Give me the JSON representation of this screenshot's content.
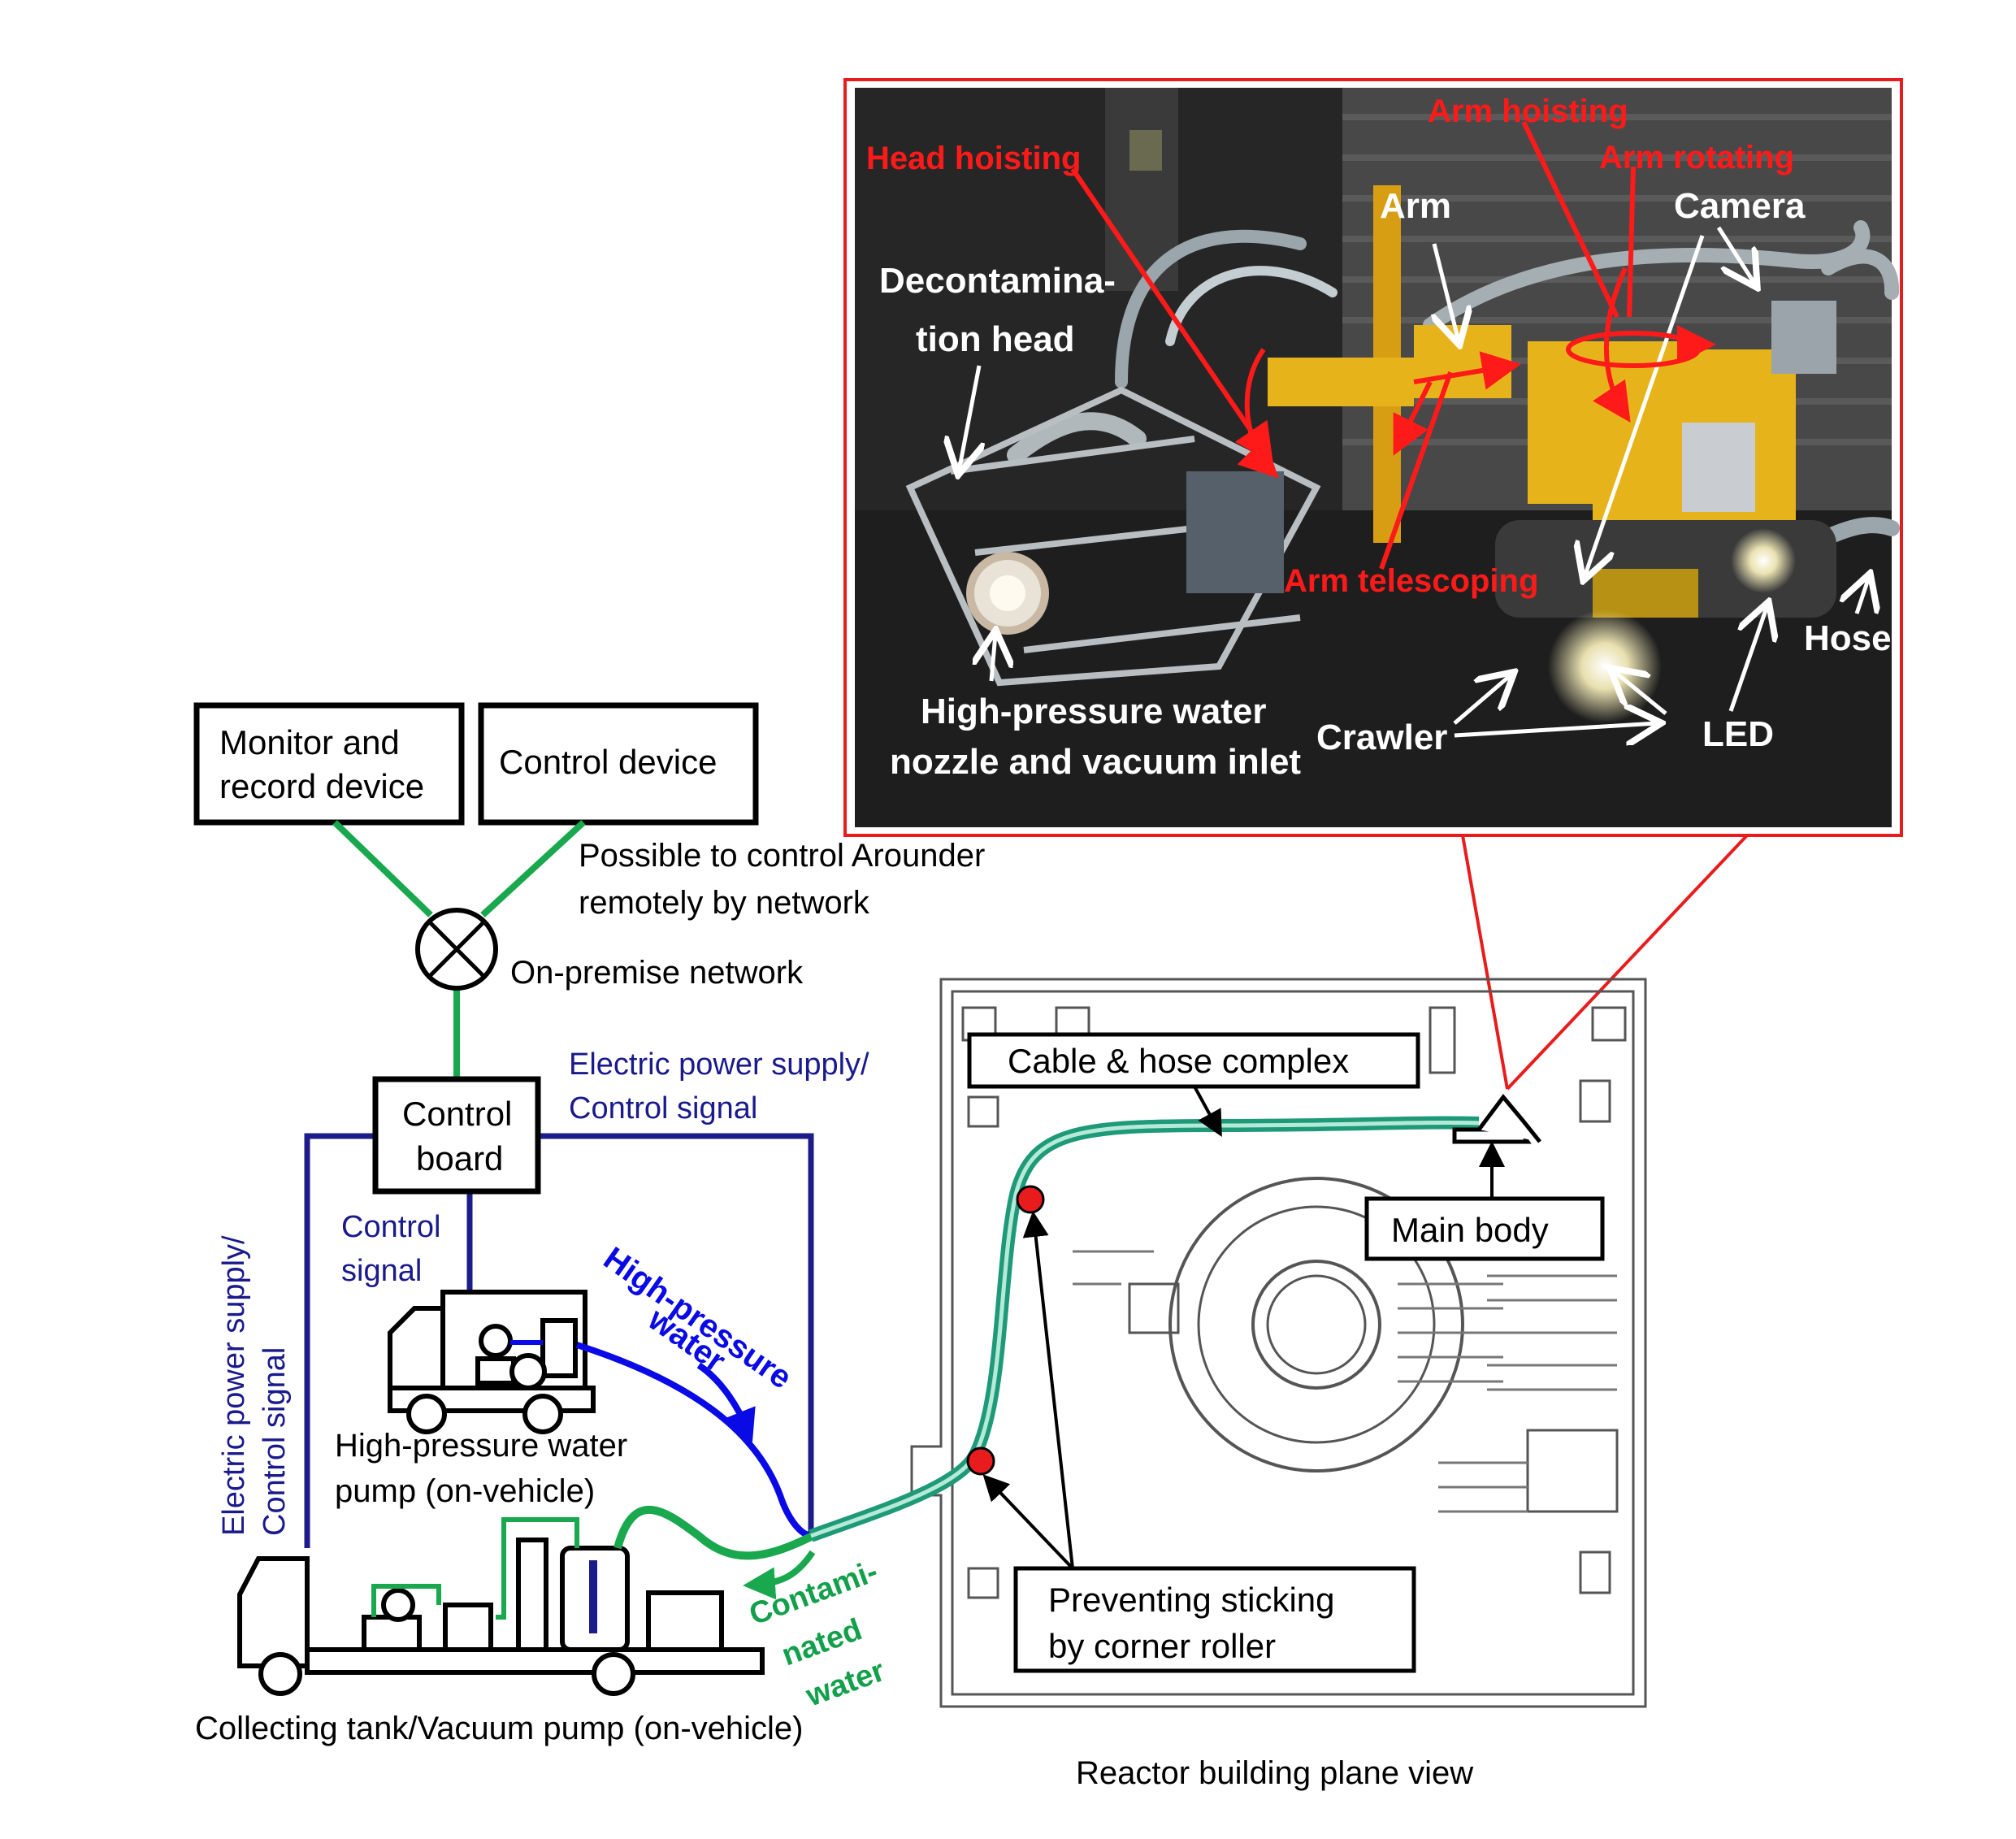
{
  "system_labels": {
    "monitor_device": [
      "Monitor and",
      "record device"
    ],
    "control_device": "Control device",
    "network_note": [
      "Possible to control Arounder",
      "remotely by network"
    ],
    "onpremise_network": "On-premise network",
    "control_board": [
      "Control",
      "board"
    ],
    "power_top": [
      "Electric power supply/",
      "Control signal"
    ],
    "power_left": [
      "Electric power supply/",
      "Control signal"
    ],
    "control_signal": [
      "Control",
      "signal"
    ],
    "hp_water": [
      "High-pressure",
      "water"
    ],
    "hp_pump": [
      "High-pressure water",
      "pump (on-vehicle)"
    ],
    "contaminated": [
      "Contami-",
      "nated",
      "water"
    ],
    "collecting": "Collecting tank/Vacuum pump (on-vehicle)"
  },
  "plan_labels": {
    "cable_hose": "Cable & hose complex",
    "main_body": "Main body",
    "corner_roller": [
      "Preventing sticking",
      "by corner roller"
    ],
    "caption": "Reactor building plane view"
  },
  "photo_labels": {
    "head_hoisting": "Head hoisting",
    "arm_hoisting": "Arm hoisting",
    "arm_rotating": "Arm rotating",
    "arm": "Arm",
    "camera": "Camera",
    "decon_head": [
      "Decontamina-",
      "tion head"
    ],
    "arm_telescoping": "Arm telescoping",
    "hose": "Hose",
    "hp_nozzle": [
      "High-pressure water",
      "nozzle and vacuum inlet"
    ],
    "crawler": "Crawler",
    "led": "LED"
  },
  "colors": {
    "green_line": "#1aa84e",
    "navy_line": "#1c1c8a",
    "blue_line": "#0a0ae6",
    "red_frame": "#e81c1c",
    "teal_hose": "#1e9a78",
    "robot_yellow": "#e7b31b"
  }
}
